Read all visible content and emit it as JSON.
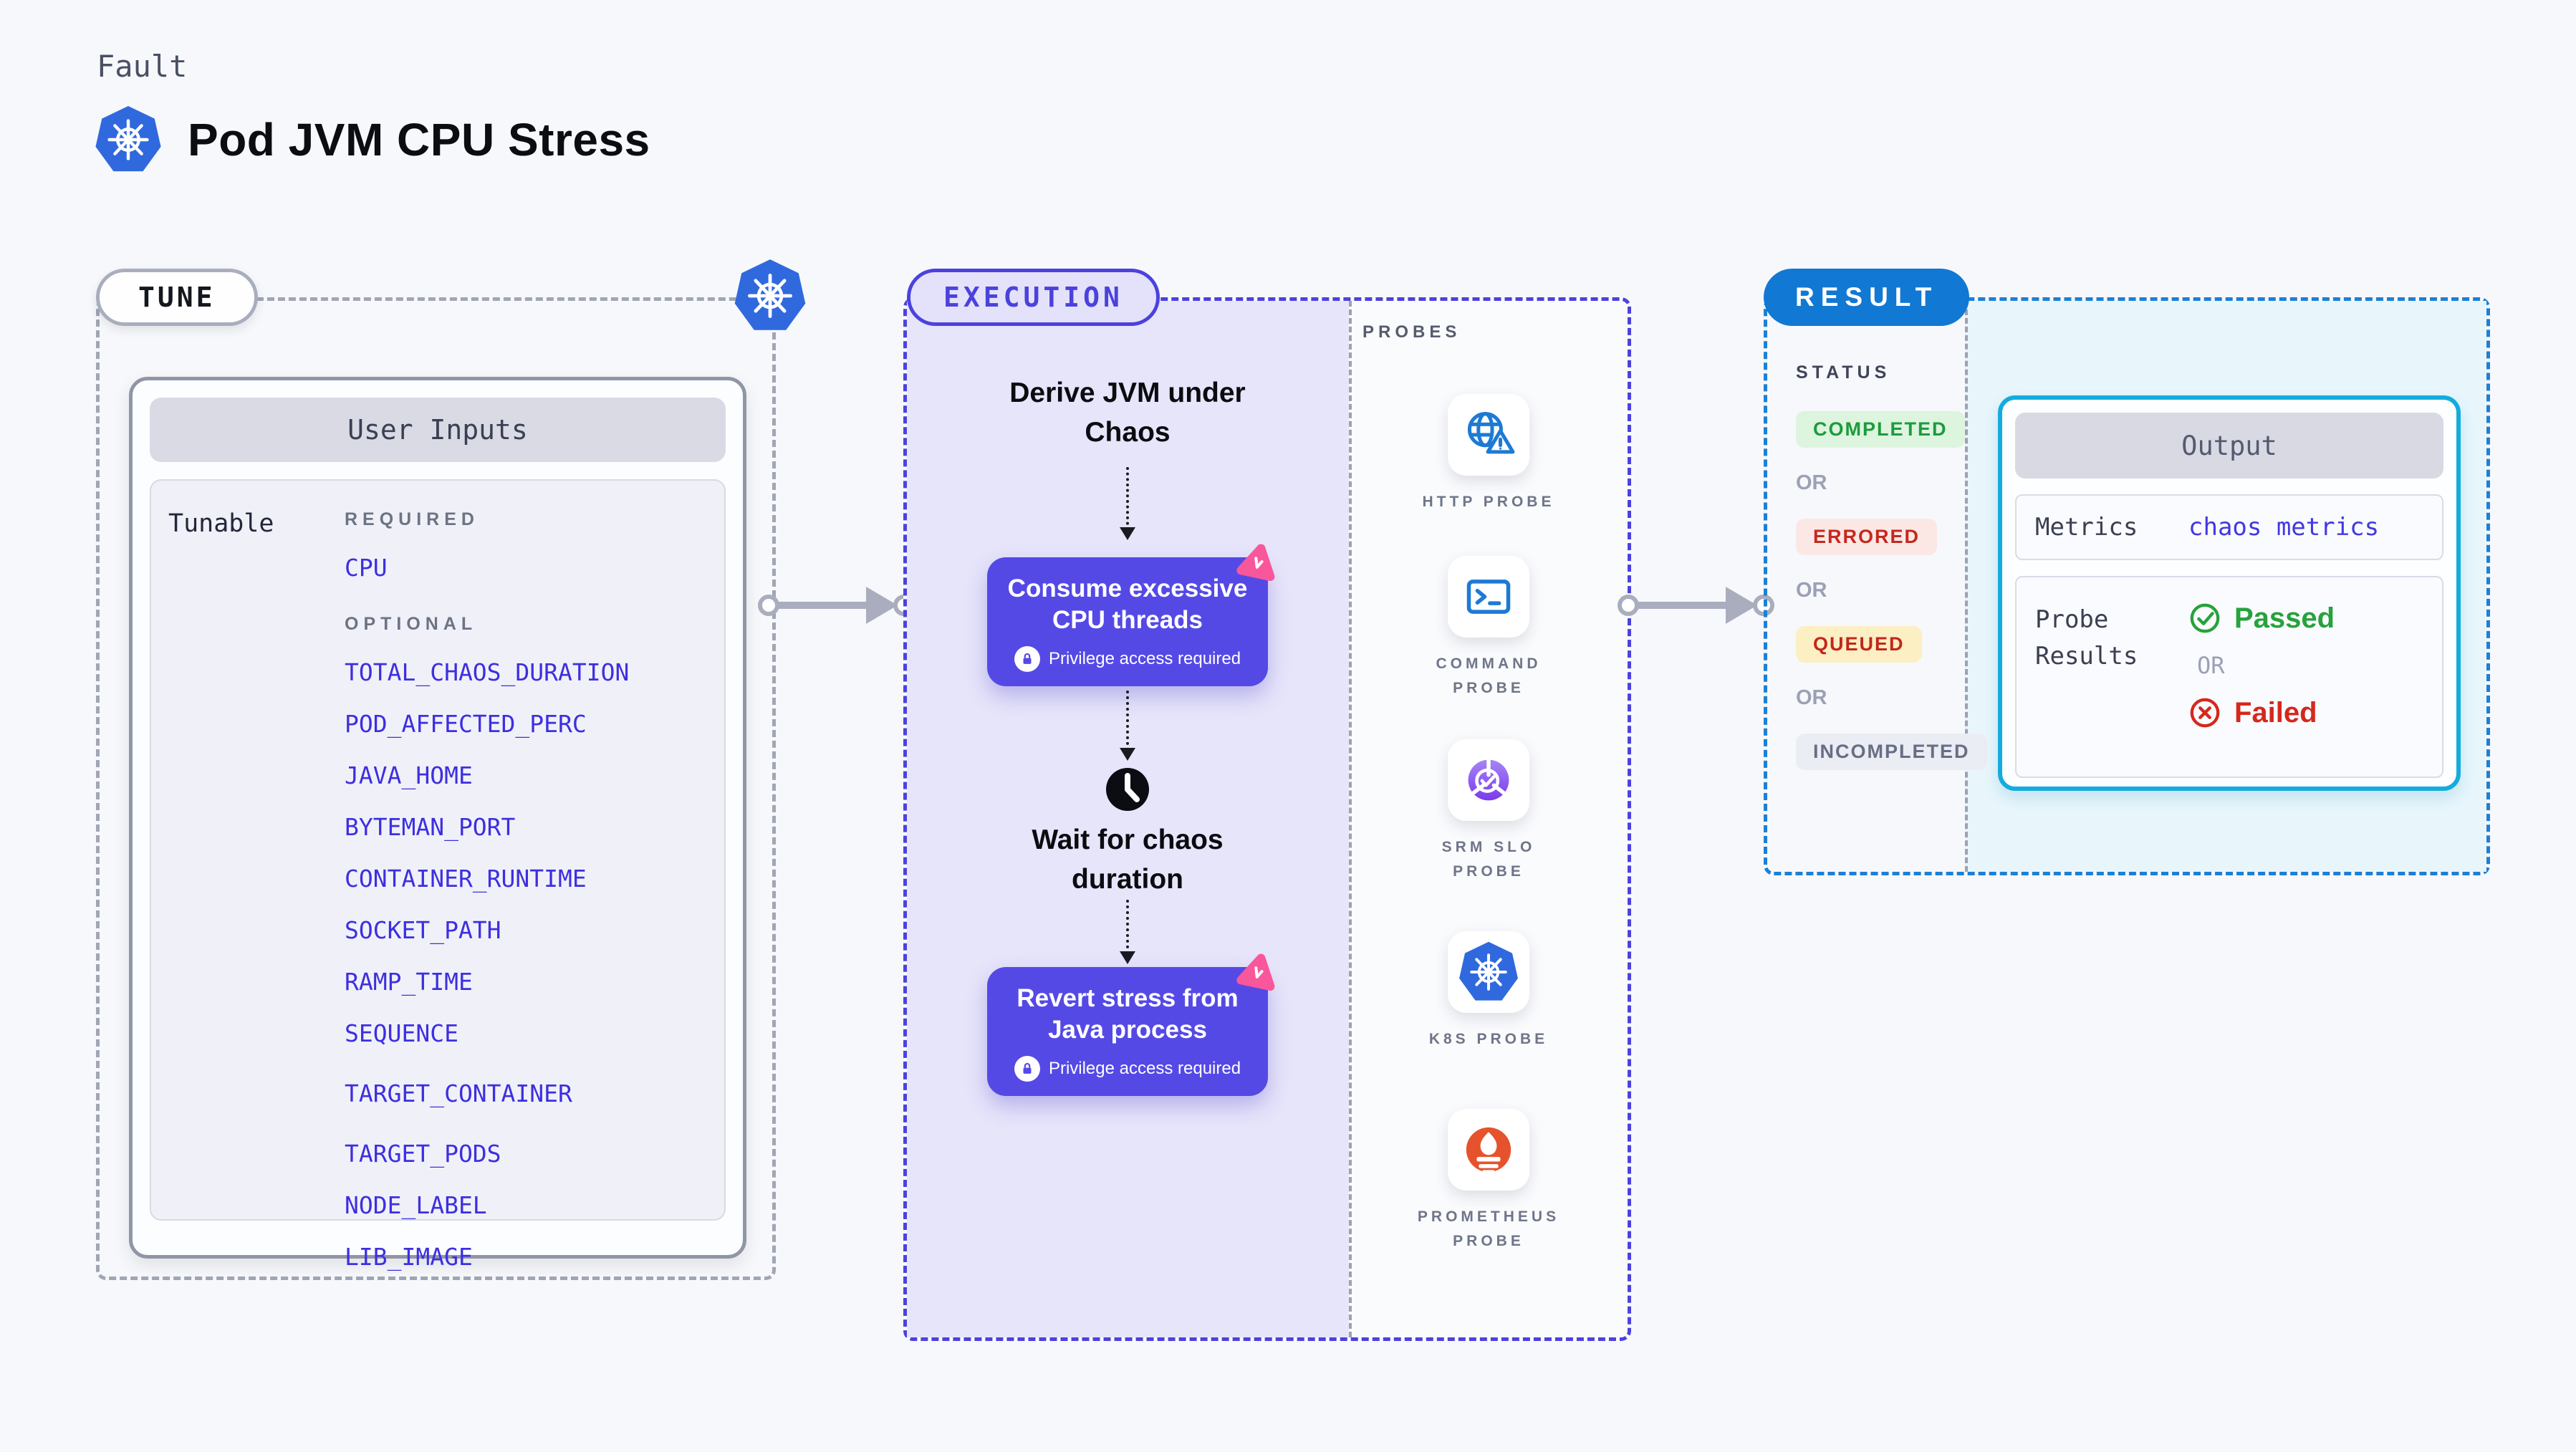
{
  "header": {
    "kicker": "Fault",
    "title": "Pod JVM CPU Stress"
  },
  "tune": {
    "badge": "TUNE",
    "card": {
      "title": "User Inputs",
      "row_label": "Tunable",
      "required_label": "REQUIRED",
      "required_items": [
        "CPU"
      ],
      "optional_label": "OPTIONAL",
      "optional_items": [
        "TOTAL_CHAOS_DURATION",
        "POD_AFFECTED_PERC",
        "JAVA_HOME",
        "BYTEMAN_PORT",
        "CONTAINER_RUNTIME",
        "SOCKET_PATH",
        "RAMP_TIME",
        "SEQUENCE",
        "TARGET_CONTAINER",
        "TARGET_PODS",
        "NODE_LABEL",
        "LIB_IMAGE"
      ]
    }
  },
  "execution": {
    "badge": "EXECUTION",
    "step_derive": "Derive JVM under Chaos",
    "action_consume": "Consume excessive CPU threads",
    "wait_step": "Wait for chaos duration",
    "action_revert": "Revert stress from Java process",
    "privilege_note": "Privilege access required"
  },
  "probes": {
    "label": "PROBES",
    "items": [
      {
        "label": "HTTP PROBE",
        "icon": "globe-alert-icon"
      },
      {
        "label": "COMMAND PROBE",
        "icon": "terminal-icon"
      },
      {
        "label": "SRM SLO PROBE",
        "icon": "slo-donut-icon"
      },
      {
        "label": "K8S PROBE",
        "icon": "kubernetes-icon"
      },
      {
        "label": "PROMETHEUS PROBE",
        "icon": "prometheus-icon"
      }
    ]
  },
  "result": {
    "badge": "RESULT",
    "status_label": "STATUS",
    "or_label": "OR",
    "statuses": [
      {
        "label": "COMPLETED",
        "kind": "success"
      },
      {
        "label": "ERRORED",
        "kind": "error"
      },
      {
        "label": "QUEUED",
        "kind": "queued"
      },
      {
        "label": "INCOMPLETED",
        "kind": "incomplete"
      }
    ],
    "output": {
      "title": "Output",
      "metrics_label": "Metrics",
      "metrics_value": "chaos metrics",
      "probe_results_label": "Probe Results",
      "passed_label": "Passed",
      "or_label": "OR",
      "failed_label": "Failed"
    }
  },
  "colors": {
    "page_bg": "#F7F8FB",
    "indigo_accent": "#4B42DD",
    "action_box": "#5549E6",
    "lavender_fill": "#E7E5FA",
    "variable_blue": "#3D2FE0",
    "result_blue": "#1178D4",
    "cyan_border": "#13ACDC",
    "cyan_fill": "#E8F6FC",
    "success_green": "#1D9B3C",
    "error_red": "#C6281E",
    "queued_yellow_bg": "#FBEFC3",
    "kubernetes_blue": "#3069DE",
    "prometheus_orange": "#E6522C",
    "pink_accent": "#F9579B",
    "arrow_gray": "#A9ADBE"
  }
}
